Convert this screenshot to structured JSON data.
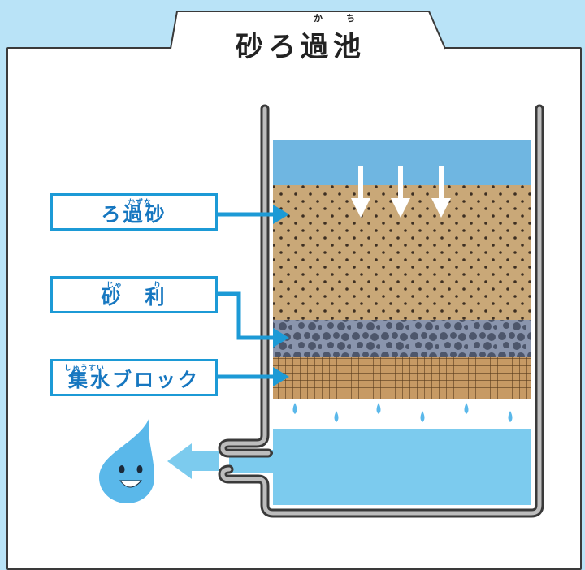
{
  "title": {
    "text": "砂ろ過池",
    "ruby_1": "か",
    "ruby_2": "ち"
  },
  "labels": [
    {
      "text": "ろ過砂",
      "ruby": "かずな"
    },
    {
      "text": "砂　利",
      "ruby_1": "じゃ",
      "ruby_2": "り"
    },
    {
      "text": "集水ブロック",
      "ruby": "しゅうすい"
    }
  ],
  "colors": {
    "accent": "#1c9ad6",
    "water_top": "#6fb6e1",
    "sand": "#c9a878",
    "gravel": "#7e8aa4",
    "block": "#c79a64",
    "water_bottom": "#7ccbee",
    "drop": "#5ab8ea"
  }
}
